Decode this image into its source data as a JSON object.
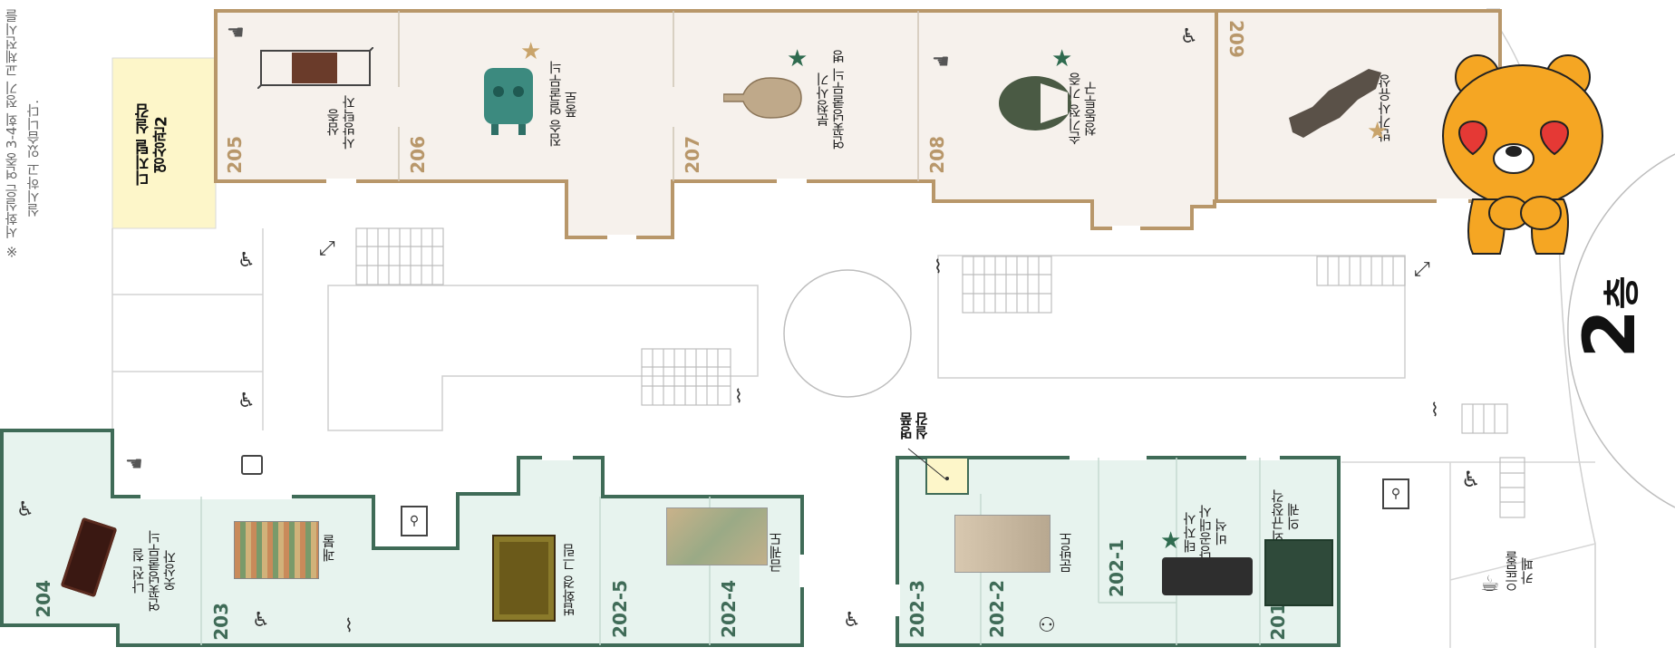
{
  "floor": {
    "number": "2",
    "suffix": "층"
  },
  "notice": {
    "line1": "※ 서화실은 연중 3-4회 정기 교체전시를",
    "line2": "실시하고 있습니다."
  },
  "digital_room": {
    "line1": "디지털 실감",
    "line2": "영상관2"
  },
  "masterpiece_room": {
    "line1": "명품",
    "line2": "실감"
  },
  "cafe": {
    "line1": "으뜸홀",
    "line2": "카페"
  },
  "colors": {
    "upper_wing_fill": "#f6f1ec",
    "upper_wing_border": "#b8976a",
    "lower_wing_fill": "#e7f3ee",
    "lower_wing_border": "#3f6b57",
    "room_number_upper": "#b8976a",
    "room_number_lower": "#3f6b57",
    "highlight_fill": "#fdf6c9",
    "star_gold": "#c9a46b",
    "star_green": "#2f6b4f",
    "character": "#f5a623"
  },
  "upper_rooms": [
    {
      "number": "205",
      "line1": "삼층",
      "line2": "사방탁자"
    },
    {
      "number": "206",
      "line1": "짐승 얼굴무늬",
      "line2": "풍로",
      "star": "gold"
    },
    {
      "number": "207",
      "line1": "분청사기",
      "line2": "연꽃넝쿨무늬 병",
      "star": "green"
    },
    {
      "number": "208",
      "line1": "손기정 기증",
      "line2": "청동투구",
      "star": "green"
    },
    {
      "number": "209",
      "line1": "반가사유상",
      "line2": "",
      "star": "gold"
    }
  ],
  "lower_rooms": [
    {
      "number": "204",
      "line1": "나전 칠",
      "line2": "연꽃넝쿨무늬",
      "line3": "옷상자"
    },
    {
      "number": "203",
      "line1": "괘불"
    },
    {
      "number": "",
      "line1": "법화경 그림"
    },
    {
      "number": "202-5",
      "line1": ""
    },
    {
      "number": "202-4",
      "line1": "금궤도"
    },
    {
      "number": "202-3",
      "line1": ""
    },
    {
      "number": "202-2",
      "line1": "문방도"
    },
    {
      "number": "202-1",
      "line1": "태자사",
      "line2": "낭공대사",
      "line3": "비석",
      "star": "green"
    },
    {
      "number": "201",
      "line1": "외규장각",
      "line2": "의궤"
    }
  ]
}
